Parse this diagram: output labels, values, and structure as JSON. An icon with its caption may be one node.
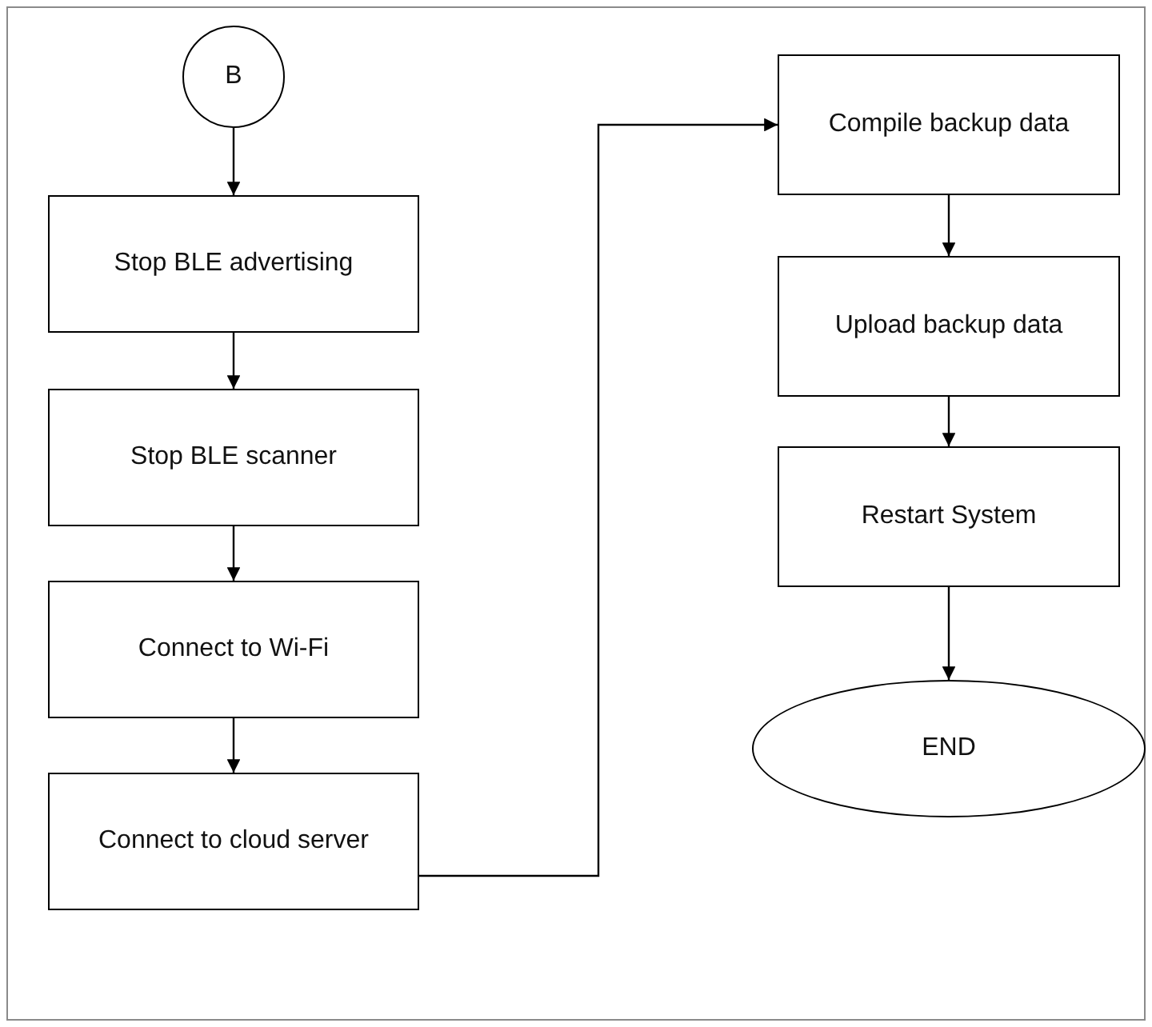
{
  "diagram": {
    "nodes": [
      {
        "text": [
          "B"
        ]
      },
      {
        "text": [
          "Stop BLE advertising"
        ]
      },
      {
        "text": [
          "Stop BLE scanner"
        ]
      },
      {
        "text": [
          "Connect to Wi-Fi"
        ]
      },
      {
        "text": [
          "Connect to cloud server"
        ]
      },
      {
        "text": [
          "Compile backup data"
        ]
      },
      {
        "text": [
          "Upload backup data"
        ]
      },
      {
        "text": [
          "Restart System"
        ]
      },
      {
        "text": [
          "END"
        ]
      }
    ],
    "edges": [
      {
        "from": 0,
        "to": 1,
        "arrow": "to"
      },
      {
        "from": 1,
        "to": 2,
        "arrow": "to"
      },
      {
        "from": 2,
        "to": 3,
        "arrow": "to"
      },
      {
        "from": 3,
        "to": 4,
        "arrow": "to"
      },
      {
        "from": 4,
        "to": 5,
        "arrow": "to"
      },
      {
        "from": 5,
        "to": 6,
        "arrow": "to"
      },
      {
        "from": 6,
        "to": 7,
        "arrow": "to"
      },
      {
        "from": 7,
        "to": 8,
        "arrow": "to"
      }
    ]
  }
}
